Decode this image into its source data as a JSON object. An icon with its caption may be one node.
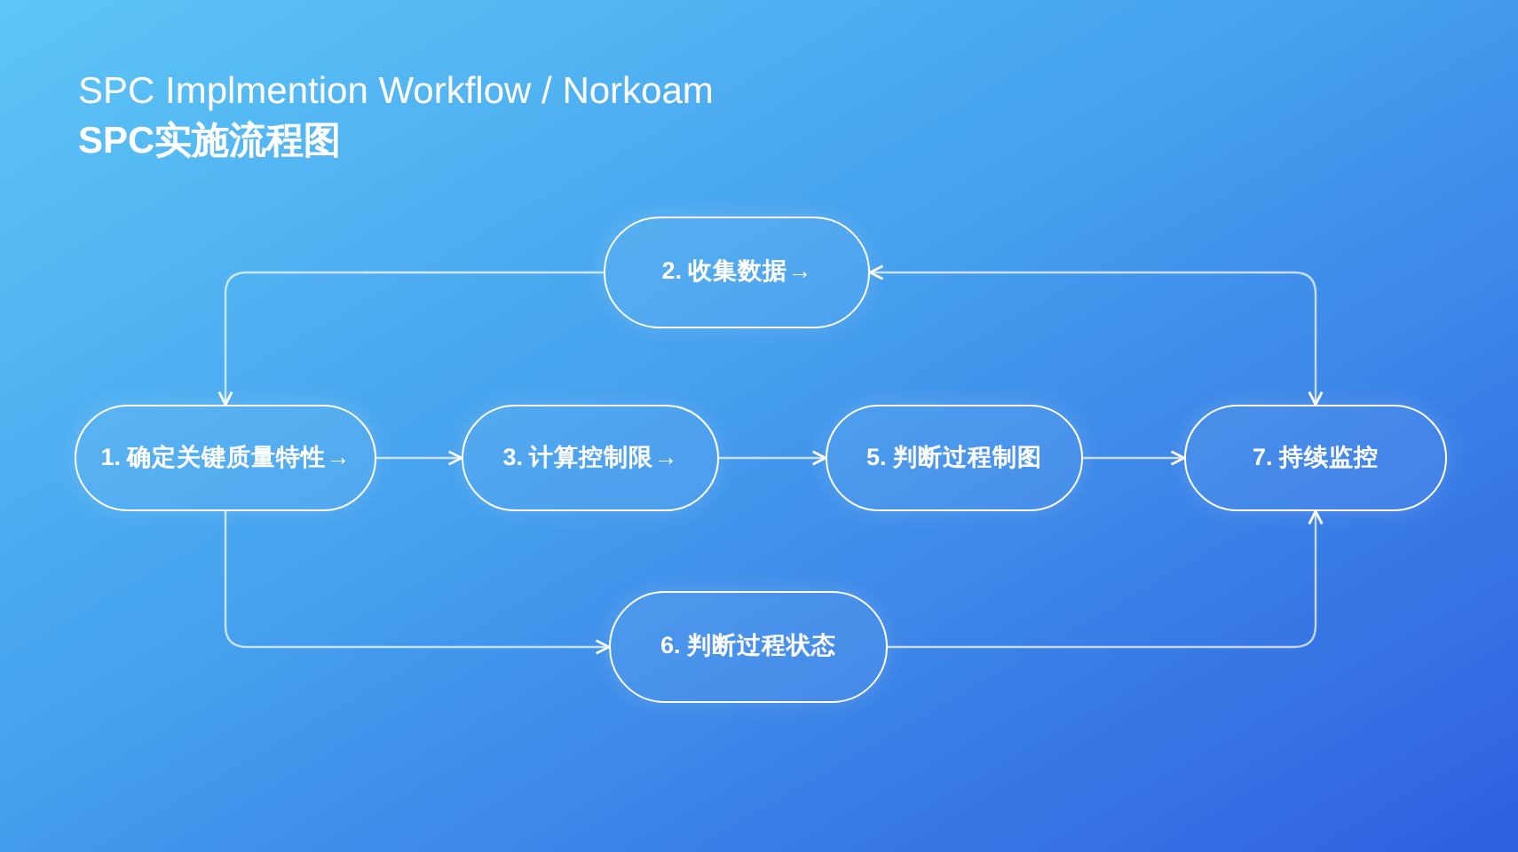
{
  "diagram": {
    "title": "SPC Implmention Workflow / Norkoam",
    "nodes": [
      {
        "text": [
          "2. 收集数据→"
        ]
      },
      {
        "text": [
          "1. 确定关键质量特性→"
        ]
      },
      {
        "text": [
          "3. 计算控制限→"
        ]
      },
      {
        "text": [
          "5. 判断过程制图"
        ]
      },
      {
        "text": [
          "7. 持续监控"
        ]
      },
      {
        "text": [
          "6. 判断过程状态"
        ]
      }
    ],
    "edges": [
      {
        "from": 0,
        "to": 1,
        "arrow": "to"
      },
      {
        "from": 0,
        "to": 4,
        "arrow": "both"
      },
      {
        "from": 1,
        "to": 2,
        "arrow": "to"
      },
      {
        "from": 2,
        "to": 3,
        "arrow": "to"
      },
      {
        "from": 3,
        "to": 4,
        "arrow": "to"
      },
      {
        "from": 1,
        "to": 5,
        "arrow": "to"
      },
      {
        "from": 5,
        "to": 4,
        "arrow": "to"
      }
    ],
    "labels": [
      "SPC实施流程图"
    ]
  }
}
